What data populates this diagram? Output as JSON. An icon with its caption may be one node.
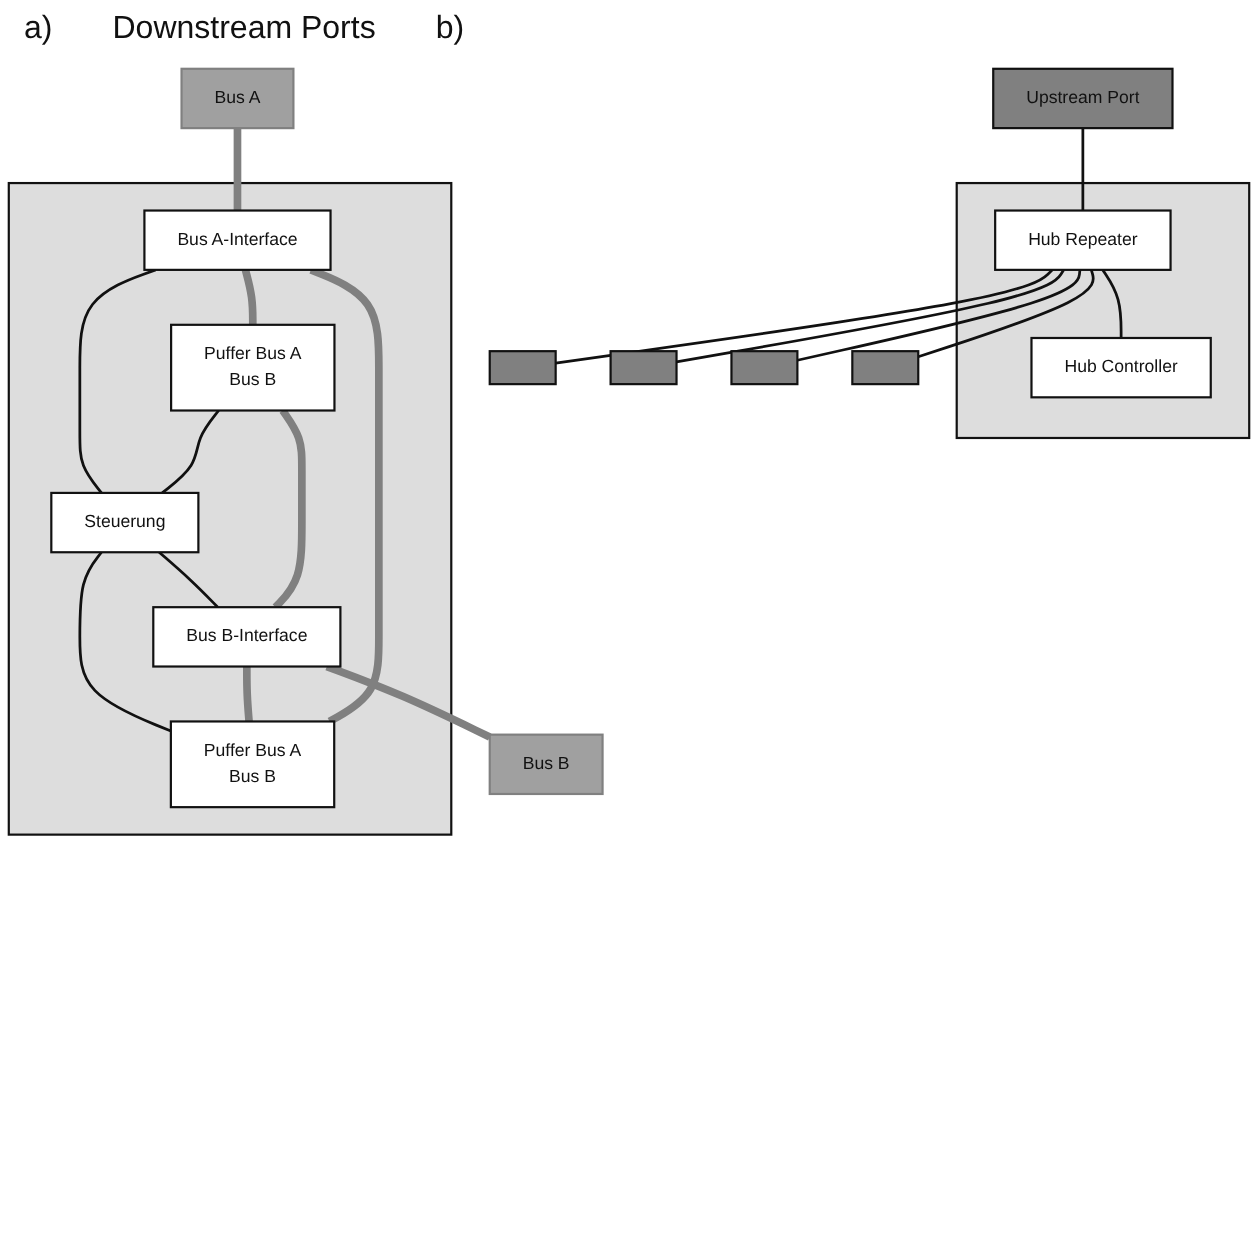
{
  "diagram": {
    "nodes": [
      {
        "text": [
          "Upstream Port"
        ]
      },
      {
        "text": [],
        "shape": "box"
      },
      {
        "text": [
          "Hub Repeater"
        ],
        "in": 1
      },
      {
        "text": [
          "Hub Controller"
        ],
        "in": 1
      },
      {
        "text": [],
        "shape": "bar"
      },
      {
        "text": [],
        "shape": "bar"
      },
      {
        "text": [],
        "shape": "bar"
      },
      {
        "text": [],
        "shape": "bar"
      },
      {
        "text": [
          "Bus A"
        ]
      },
      {
        "text": [],
        "shape": "box"
      },
      {
        "text": [
          "Bus A-Interface"
        ],
        "in": 9
      },
      {
        "text": [
          "Puffer Bus A",
          "Bus B"
        ],
        "in": 9
      },
      {
        "text": [
          "Steuerung"
        ],
        "in": 9
      },
      {
        "text": [
          "Puffer Bus A",
          "Bus B"
        ],
        "in": 9
      },
      {
        "text": [
          "Bus B-Interface"
        ],
        "in": 9
      },
      {
        "text": [
          "Bus B"
        ]
      }
    ],
    "edges": [
      {
        "from": 0,
        "to": 2,
        "arrow": "none"
      },
      {
        "from": 2,
        "to": 3,
        "arrow": "none"
      },
      {
        "from": 2,
        "to": 4,
        "arrow": "none"
      },
      {
        "from": 2,
        "to": 5,
        "arrow": "none"
      },
      {
        "from": 2,
        "to": 6,
        "arrow": "none"
      },
      {
        "from": 2,
        "to": 7,
        "arrow": "none"
      },
      {
        "from": 8,
        "to": 10,
        "arrow": "none",
        "style": "thick",
        "color": "#808080"
      },
      {
        "from": 10,
        "to": 11,
        "arrow": "none",
        "style": "thick",
        "color": "#808080"
      },
      {
        "from": 13,
        "to": 10,
        "arrow": "none",
        "style": "thick",
        "color": "#808080"
      },
      {
        "from": 10,
        "to": 12,
        "arrow": "none"
      },
      {
        "from": 11,
        "to": 12,
        "arrow": "none"
      },
      {
        "from": 12,
        "to": 13,
        "arrow": "none"
      },
      {
        "from": 12,
        "to": 14,
        "arrow": "none"
      },
      {
        "from": 11,
        "to": 14,
        "arrow": "none",
        "style": "thick",
        "color": "#808080"
      },
      {
        "from": 14,
        "to": 13,
        "arrow": "none",
        "style": "thick",
        "color": "#808080"
      },
      {
        "from": 14,
        "to": 15,
        "arrow": "none",
        "style": "thick",
        "color": "#808080"
      }
    ],
    "labels": [
      "a)",
      "Downstream Ports",
      "b)"
    ]
  }
}
